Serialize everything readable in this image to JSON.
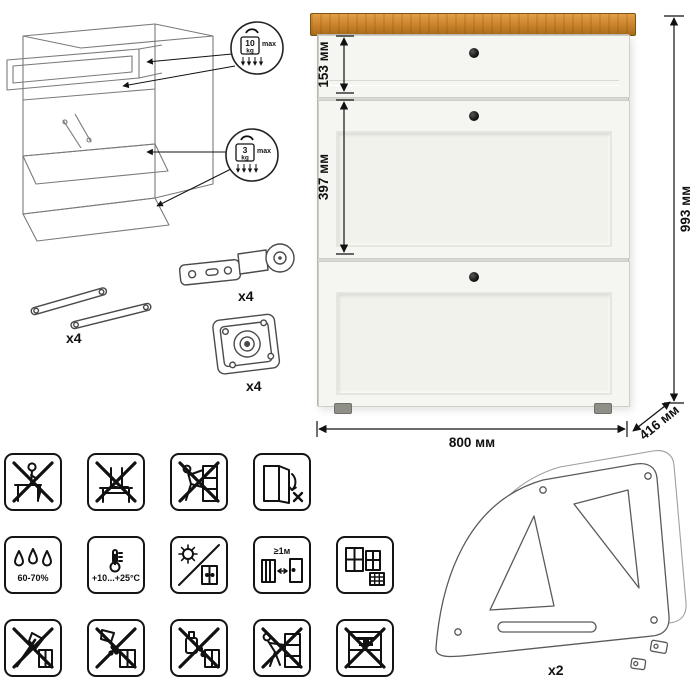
{
  "product": {
    "dimensions": {
      "drawer_height": "153 мм",
      "middle_section_height": "397 мм",
      "total_height": "993 мм",
      "width": "800 мм",
      "depth": "416 мм"
    },
    "weight_limits": {
      "drawer": {
        "value": "10",
        "unit": "kg",
        "note": "max"
      },
      "flap_door": {
        "value": "3",
        "unit": "kg",
        "note": "max"
      }
    },
    "colors": {
      "wood_top": "#c9812a",
      "body": "#f5f5f1"
    }
  },
  "hardware": {
    "lid_stay": {
      "count": "x4"
    },
    "hinge": {
      "count": "x4"
    },
    "mounting_plate": {
      "count": "x4"
    },
    "side_frame": {
      "count": "x2"
    }
  },
  "care": {
    "humidity": "60-70%",
    "temperature": "+10...+25°C",
    "heat_distance": "≥1м"
  }
}
